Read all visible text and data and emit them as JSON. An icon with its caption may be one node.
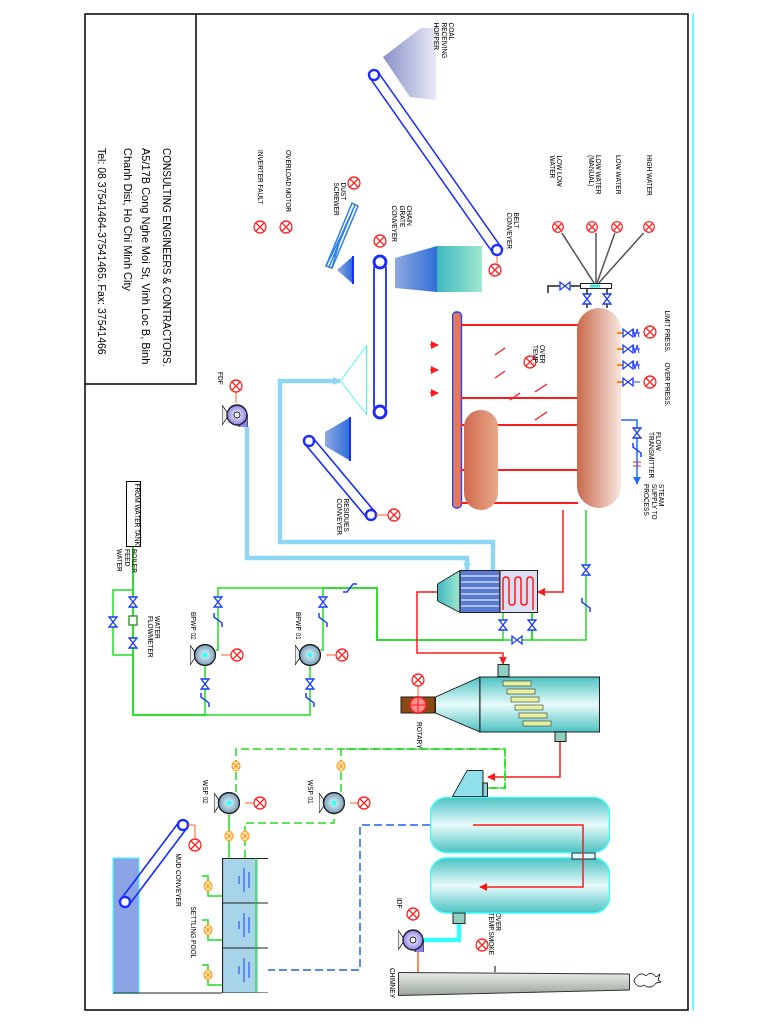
{
  "diagram": {
    "nodes": [
      {
        "text": [],
        "shape": "circle"
      },
      {
        "text": [],
        "shape": "circle"
      },
      {
        "text": [],
        "shape": "circle"
      },
      {
        "text": [],
        "shape": "circle"
      },
      {
        "text": [],
        "shape": "bar"
      },
      {
        "text": [
          "FROM WATER TANK"
        ]
      },
      {
        "text": [
          "STEAM SUPPLY TO PROCESS"
        ]
      },
      {
        "text": [
          "OVER TEMP.SMOKE"
        ]
      },
      {
        "text": [],
        "shape": "picture"
      },
      {
        "text": [],
        "shape": "picture"
      },
      {
        "text": [],
        "shape": "picture"
      },
      {
        "text": [],
        "shape": "picture"
      },
      {
        "text": [],
        "shape": "picture"
      },
      {
        "text": [],
        "shape": "picture",
        "beside": [
          "FDF"
        ]
      },
      {
        "text": [],
        "shape": "picture",
        "beside": [
          "IDF"
        ]
      },
      {
        "text": [],
        "shape": "picture",
        "beside": [
          "CHIMNEY"
        ]
      },
      {
        "text": [],
        "shape": "picture",
        "beside": [
          "BFWP 02"
        ]
      },
      {
        "text": [],
        "shape": "picture",
        "beside": [
          "BFWP 01"
        ]
      },
      {
        "text": [],
        "shape": "picture",
        "beside": [
          "WSP 02"
        ]
      },
      {
        "text": [],
        "shape": "picture",
        "beside": [
          "WSP 01"
        ]
      },
      {
        "text": [],
        "shape": "picture",
        "beside": [
          "SETTLING POOL"
        ]
      },
      {
        "text": [],
        "shape": "picture"
      }
    ],
    "edges": [
      {
        "from": 0,
        "to": 4,
        "arrow": "none",
        "color": "#555555"
      },
      {
        "from": 1,
        "to": 4,
        "arrow": "none",
        "color": "#555555"
      },
      {
        "from": 2,
        "to": 4,
        "arrow": "none",
        "color": "#555555"
      },
      {
        "from": 3,
        "to": 4,
        "arrow": "none",
        "color": "#555555"
      },
      {
        "from": 5,
        "to": 16,
        "arrow": "none",
        "color": "#22dd22"
      },
      {
        "from": 5,
        "to": 17,
        "arrow": "none"
      },
      {
        "from": 16,
        "to": 9,
        "arrow": "none"
      },
      {
        "from": 17,
        "to": 9,
        "arrow": "none"
      },
      {
        "from": 9,
        "to": 8,
        "arrow": "none"
      },
      {
        "from": 8,
        "to": 9,
        "arrow": "to",
        "color": "#ff1a1a"
      },
      {
        "from": 9,
        "to": 10,
        "arrow": "to",
        "color": "#ff1a1a"
      },
      {
        "from": 10,
        "to": 11,
        "arrow": "to",
        "color": "#ff1a1a"
      },
      {
        "from": 13,
        "to": 9,
        "arrow": "to",
        "style": "thick",
        "color": "#8fd6f5"
      },
      {
        "from": 9,
        "to": 21,
        "arrow": "to",
        "style": "thick",
        "color": "#8fd6f5"
      },
      {
        "from": 18,
        "to": 11,
        "arrow": "none",
        "style": "dashed"
      },
      {
        "from": 19,
        "to": 11,
        "arrow": "none",
        "style": "dashed"
      },
      {
        "from": 20,
        "to": 18,
        "arrow": "none"
      },
      {
        "from": 20,
        "to": 19,
        "arrow": "none",
        "style": "dashed"
      },
      {
        "from": 12,
        "to": 20,
        "arrow": "none",
        "style": "dashed",
        "color": "#2266ee"
      },
      {
        "from": 12,
        "to": 14,
        "arrow": "none",
        "style": "thick",
        "color": "#33ffff"
      },
      {
        "from": 14,
        "to": 15,
        "arrow": "none",
        "color": "#ff6020"
      },
      {
        "from": 8,
        "to": 6,
        "arrow": "to",
        "color": "#1e6cff"
      },
      {
        "from": 4,
        "to": 8,
        "arrow": "none",
        "color": "#222222"
      },
      {
        "from": 4,
        "to": 8,
        "arrow": "none",
        "color": "#222222"
      },
      {
        "from": 4,
        "to": null,
        "arrow": "none",
        "color": "#222222"
      },
      {
        "from": 7,
        "to": 15,
        "arrow": "none",
        "style": "dashed",
        "color": "#555555"
      },
      {
        "from": null,
        "to": 20,
        "arrow": "none"
      },
      {
        "from": null,
        "to": 20,
        "arrow": "none"
      },
      {
        "from": null,
        "to": 20,
        "arrow": "none"
      }
    ],
    "labels": [
      "CONSULTING ENGINEERS & CONTRACTORS.",
      "A5/17B Cong Nghe Moi St, Vinh Loc B, Binh Chanh Dist, Ho Chi Minh City",
      "Tel: 08 37541464-37541465. Fax: 37541466",
      "COAL RECEIVING HOPPER",
      "BELT CONVEYER",
      "HIGH WATER",
      "LOW WATER",
      "LOW WATER (MANUAL)",
      "LOW LOW WATER",
      "LIMIT PRESS.",
      "OVER PRESS.",
      "FLOW TRANSMITTER",
      "OVER TEMP.",
      "CHAIN GRATE CONVEYER",
      "DUST SCREWER",
      "OVERLOAD MOTOR",
      "INVERTER FAULT",
      "RESIDUES CONVEYER",
      "BOILER FEED WATER",
      "WATER FLOWMETER",
      "ROTARY",
      "MUD CONVEYER"
    ]
  }
}
